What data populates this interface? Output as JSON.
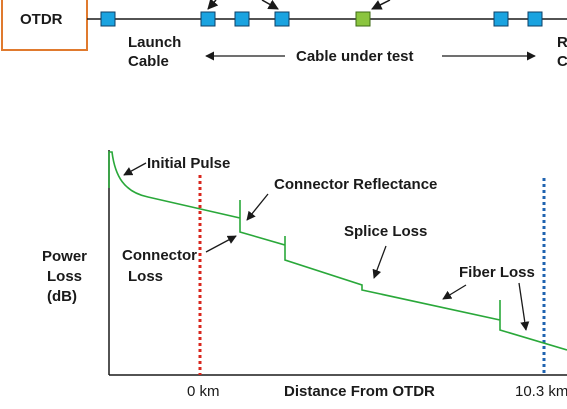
{
  "top": {
    "otdr_label": "OTDR",
    "launch_cable_line1": "Launch",
    "launch_cable_line2": "Cable",
    "cable_under_test": "Cable under test",
    "receive_cable_line1": "R",
    "receive_cable_line2": "C"
  },
  "trace": {
    "y_label_line1": "Power",
    "y_label_line2": "Loss",
    "y_label_line3": "(dB)",
    "x_label": "Distance From OTDR",
    "x_tick_start": "0 km",
    "x_tick_end": "10.3 km",
    "initial_pulse": "Initial Pulse",
    "connector_reflectance": "Connector Reflectance",
    "splice_loss": "Splice Loss",
    "connector_loss_line1": "Connector",
    "connector_loss_line2": "Loss",
    "fiber_loss": "Fiber Loss"
  },
  "colors": {
    "otdr_box": "#e07a2e",
    "connector": "#1aa3e0",
    "splice": "#8bc53f",
    "trace": "#2aa83a",
    "start_marker": "#d9261c",
    "end_marker": "#1f63b0"
  }
}
